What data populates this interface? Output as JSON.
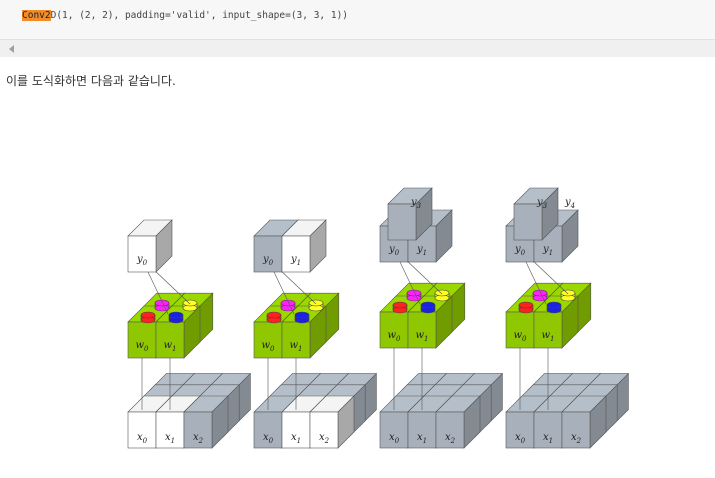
{
  "code": {
    "highlight": "Conv2",
    "rest": "D(1, (2, 2), padding='valid', input_shape=(3, 3, 1))"
  },
  "description": "이를 도식화하면 다음과 같습니다.",
  "diagram": {
    "panels": [
      {
        "inputs": [
          "x0",
          "x1",
          "x2"
        ],
        "weights": [
          "w0",
          "w1"
        ],
        "outputs": [
          "y0"
        ],
        "top_labels": []
      },
      {
        "inputs": [
          "x0",
          "x1",
          "x2"
        ],
        "weights": [
          "w0",
          "w1"
        ],
        "outputs": [
          "y0",
          "y1"
        ],
        "top_labels": []
      },
      {
        "inputs": [
          "x0",
          "x1",
          "x2"
        ],
        "weights": [
          "w0",
          "w1"
        ],
        "outputs": [
          "y0",
          "y1"
        ],
        "top_labels": [
          "y3"
        ]
      },
      {
        "inputs": [
          "x0",
          "x1",
          "x2"
        ],
        "weights": [
          "w0",
          "w1"
        ],
        "outputs": [
          "y0",
          "y1"
        ],
        "top_labels": [
          "y3",
          "y4"
        ]
      }
    ],
    "colors": {
      "gray": "#a8b1bb",
      "green": "#8fc800",
      "white": "#ffffff",
      "red": "#ff2020",
      "blue": "#1a22e6",
      "magenta": "#ff20ff",
      "yellow": "#ffff20"
    }
  }
}
